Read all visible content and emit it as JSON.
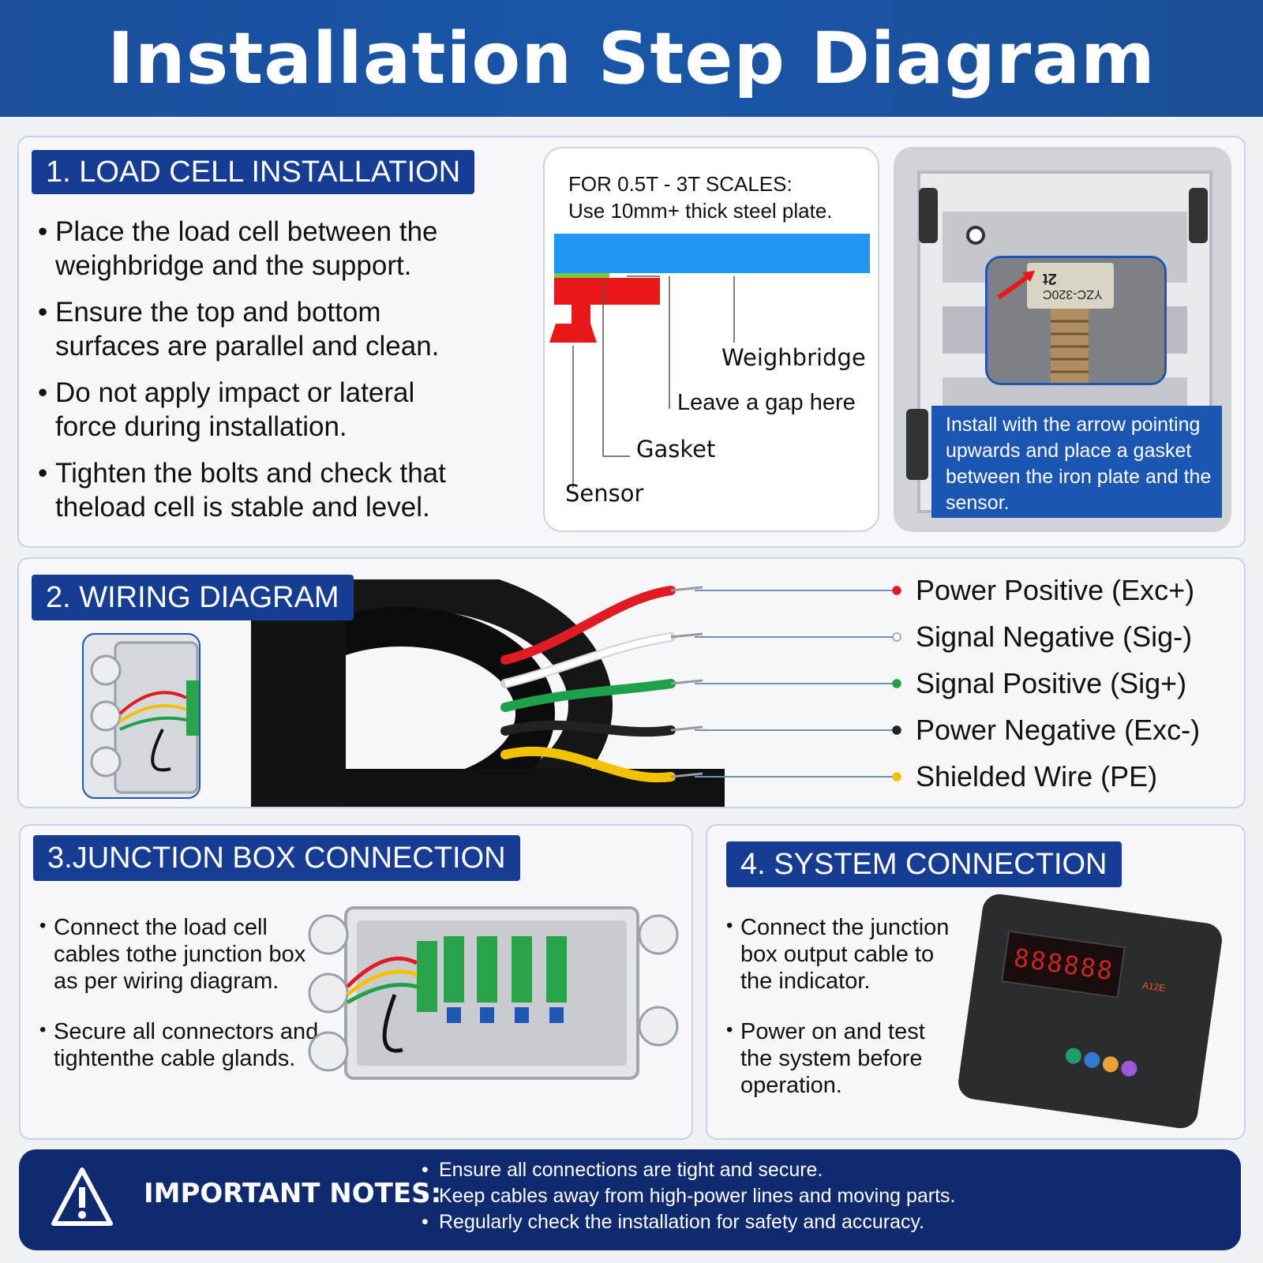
{
  "header": {
    "title": "Installation Step Diagram"
  },
  "section1": {
    "title": "1. LOAD CELL INSTALLATION",
    "bullets": [
      "Place the load cell between the weighbridge and the support.",
      "Ensure the top and bottom surfaces are parallel and clean.",
      "Do not apply impact or lateral force during installation.",
      "Tighten the bolts and check that theload cell is stable and level."
    ],
    "diagram": {
      "line1": "FOR 0.5T - 3T SCALES:",
      "line2": "Use 10mm+ thick steel plate.",
      "weighbridge": "Weighbridge",
      "gap": "Leave a gap here",
      "gasket": "Gasket",
      "sensor": "Sensor"
    },
    "photo": {
      "caption": "Install with the arrow pointing upwards and place a gasket between the iron plate and the sensor.",
      "cell_model": "YZC-320C",
      "cell_capacity": "2t"
    }
  },
  "section2": {
    "title": "2. WIRING DIAGRAM",
    "wires": [
      {
        "label": "Power Positive (Exc+)",
        "color": "#e01b24"
      },
      {
        "label": "Signal Negative (Sig-)",
        "color": "#ffffff"
      },
      {
        "label": "Signal Positive (Sig+)",
        "color": "#1fa04a"
      },
      {
        "label": "Power Negative (Exc-)",
        "color": "#222222"
      },
      {
        "label": "Shielded Wire (PE)",
        "color": "#f2c200"
      }
    ]
  },
  "section3": {
    "title": "3.JUNCTION BOX CONNECTION",
    "bullets": [
      "Connect the load cell cables tothe junction box as per wiring diagram.",
      "Secure all connectors and tightenthe cable glands."
    ]
  },
  "section4": {
    "title": "4. SYSTEM CONNECTION",
    "bullets": [
      "Connect the junction box output cable to the indicator.",
      "Power on and test the system before operation."
    ],
    "indicator": {
      "display": "888888",
      "model": "A12E"
    }
  },
  "notes": {
    "title": "IMPORTANT NOTES:",
    "items": [
      "Ensure all connections are tight and secure.",
      "Keep cables away from high-power lines and moving parts.",
      "Regularly check the installation for safety and accuracy."
    ]
  },
  "colors": {
    "brand_blue": "#163d91",
    "header_blue": "#1a56a8",
    "notes_navy": "#0f2a6e",
    "plate_blue": "#2196f3",
    "sensor_red": "#e81818"
  }
}
